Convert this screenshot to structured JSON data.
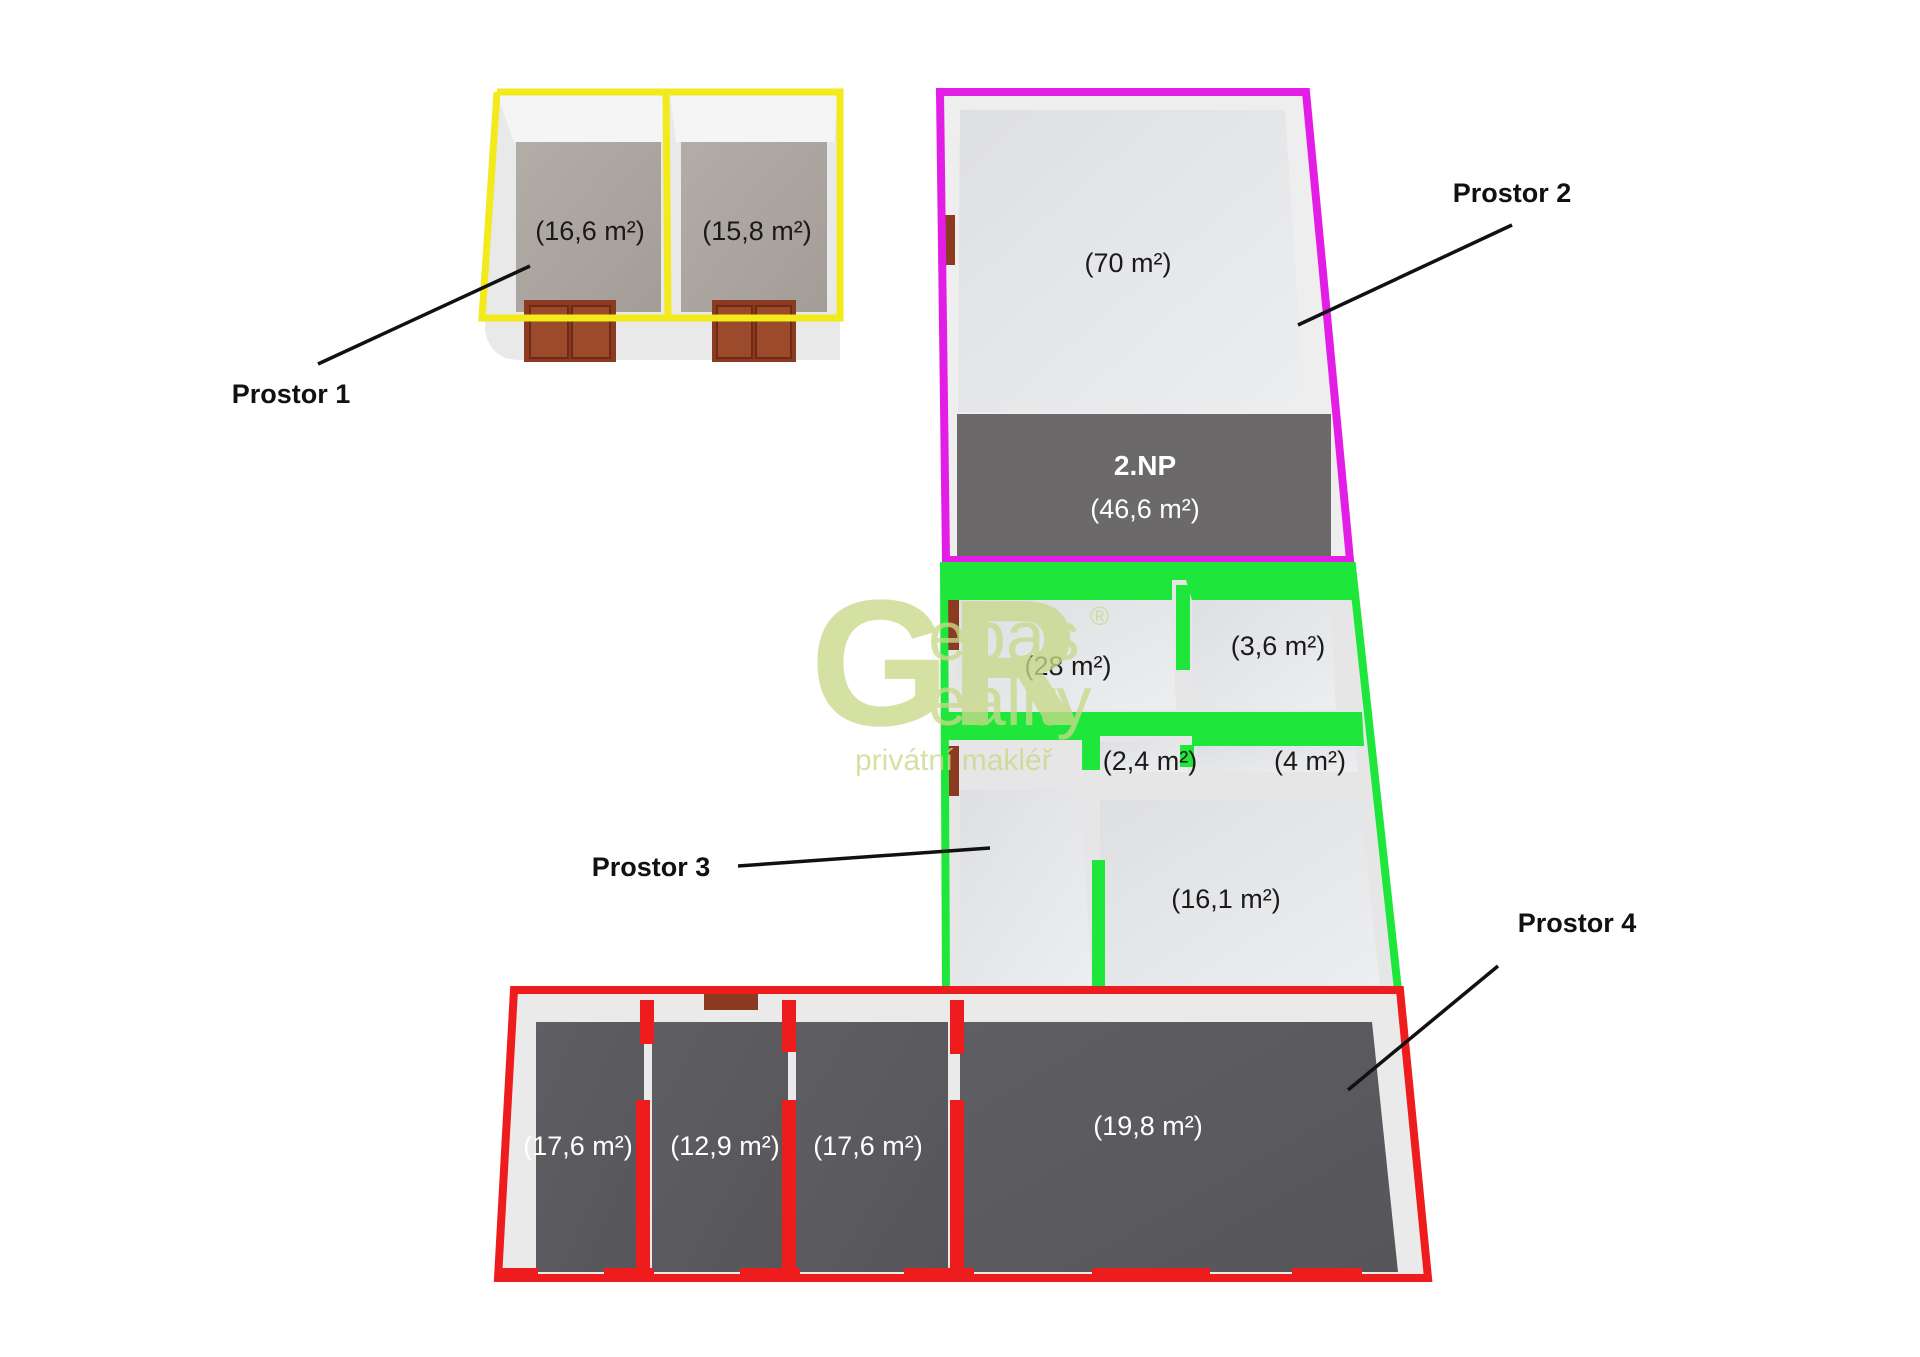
{
  "spaces": {
    "prostor1": {
      "label": "Prostor 1",
      "border_color": "#f2ea1a",
      "rooms": [
        "(16,6 m²)",
        "(15,8 m²)"
      ]
    },
    "prostor2": {
      "label": "Prostor 2",
      "border_color": "#e21ee6",
      "rooms": [
        "(70 m²)"
      ],
      "upper_floor": {
        "label": "2.NP",
        "area": "(46,6 m²)"
      }
    },
    "prostor3": {
      "label": "Prostor 3",
      "border_color": "#1ee63a",
      "rooms": [
        "(28 m²)",
        "(3,6 m²)",
        "(2,4 m²)",
        "(4 m²)",
        "(16,1 m²)"
      ]
    },
    "prostor4": {
      "label": "Prostor 4",
      "border_color": "#ee1c1c",
      "rooms": [
        "(17,6 m²)",
        "(12,9 m²)",
        "(17,6 m²)",
        "(19,8 m²)"
      ]
    }
  },
  "watermark": {
    "brand_line1": "ebas",
    "brand_line2": "eality",
    "tagline": "privátní makléř",
    "registered": "®",
    "letters": "GR"
  }
}
